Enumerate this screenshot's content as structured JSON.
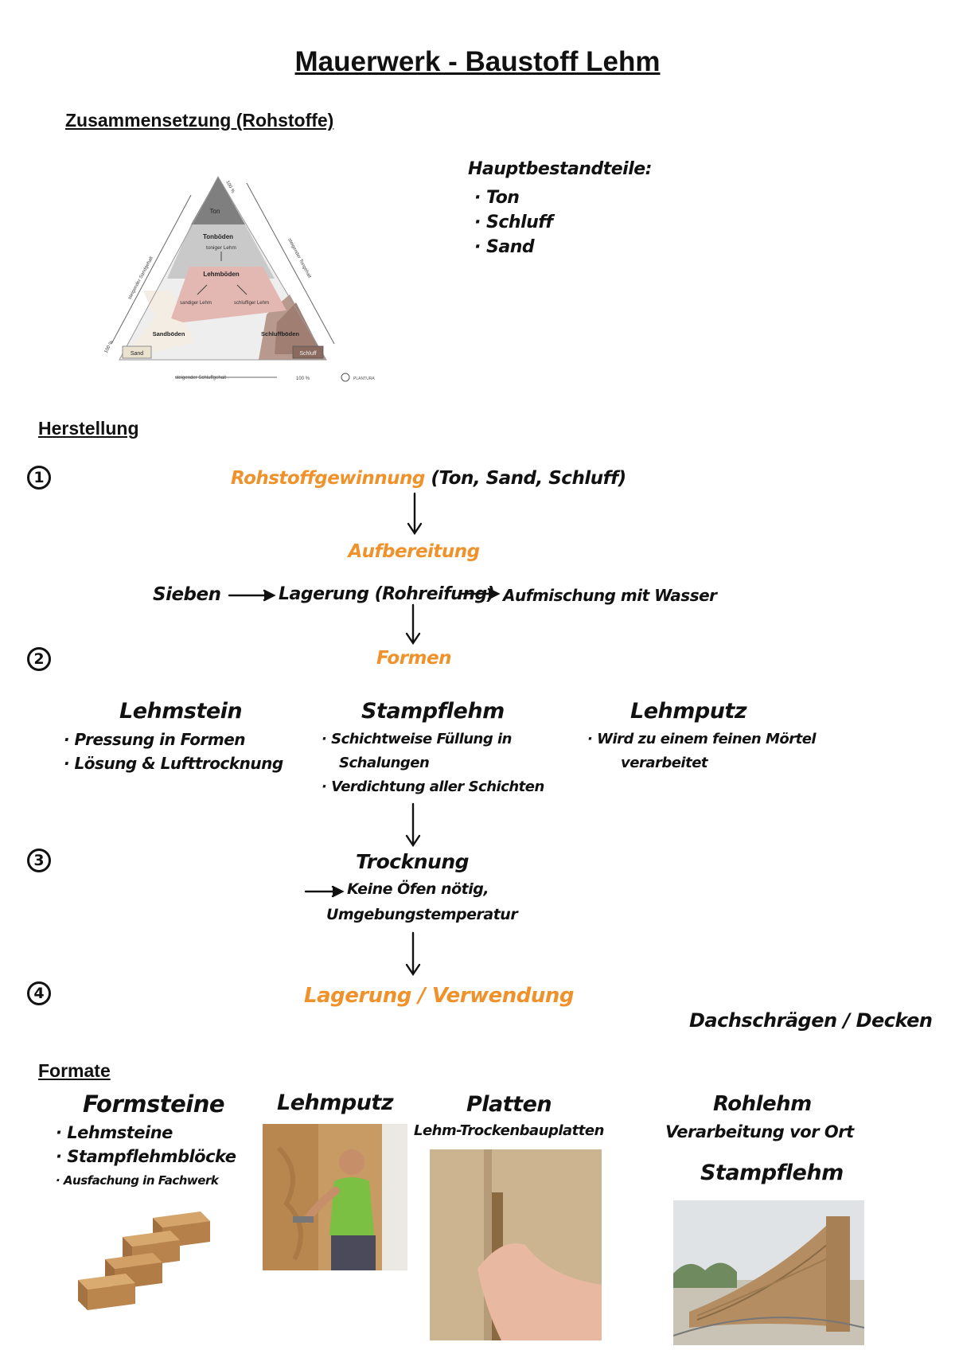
{
  "title": "Mauerwerk - Baustoff Lehm",
  "zusammensetzung": {
    "heading": "Zusammensetzung (Rohstoffe)",
    "triangle": {
      "ton": "Ton",
      "tonboeden": "Tonböden",
      "toniger_lehm": "toniger Lehm",
      "lehmboeden": "Lehmböden",
      "sandiger_lehm": "sandiger Lehm",
      "schluffiger_lehm": "schluffiger Lehm",
      "sandboeden": "Sandböden",
      "schluffboeden": "Schluffböden",
      "sand": "Sand",
      "schluff": "Schluff",
      "axis_left": "steigender Sandgehalt",
      "axis_right": "steigender Tongehalt",
      "axis_bottom": "steigender Schluffgehalt",
      "pct_top": "100 %",
      "pct_left": "100 %",
      "pct_bottom": "100 %",
      "brand": "PLANTURA"
    },
    "hauptbestandteile_title": "Hauptbestandteile:",
    "hauptbestandteile": [
      "· Ton",
      "· Schluff",
      "· Sand"
    ]
  },
  "herstellung": {
    "heading": "Herstellung",
    "steps": [
      "1",
      "2",
      "3",
      "4"
    ],
    "rohstoff": "Rohstoffgewinnung",
    "rohstoff_detail": "(Ton, Sand, Schluff)",
    "aufbereitung": "Aufbereitung",
    "sieben": "Sieben",
    "lagerung_rohreifung": "Lagerung (Rohreifung)",
    "aufmischung": "Aufmischung mit Wasser",
    "formen": "Formen",
    "lehmstein": {
      "title": "Lehmstein",
      "items": [
        "· Pressung in Formen",
        "· Lösung & Lufttrocknung"
      ]
    },
    "stampflehm": {
      "title": "Stampflehm",
      "items": [
        "· Schichtweise Füllung in",
        "Schalungen",
        "· Verdichtung aller Schichten"
      ]
    },
    "lehmputz": {
      "title": "Lehmputz",
      "items": [
        "· Wird zu einem feinen Mörtel",
        "verarbeitet"
      ]
    },
    "trocknung": "Trocknung",
    "trocknung_detail": [
      "Keine Öfen nötig,",
      "Umgebungstemperatur"
    ],
    "lagerung_verwendung": "Lagerung / Verwendung",
    "dachschraegen": "Dachschrägen / Decken"
  },
  "formate": {
    "heading": "Formate",
    "formsteine": {
      "title": "Formsteine",
      "items": [
        "· Lehmsteine",
        "· Stampflehmblöcke",
        "· Ausfachung in Fachwerk"
      ]
    },
    "lehmputz": {
      "title": "Lehmputz"
    },
    "platten": {
      "title": "Platten",
      "subtitle": "Lehm-Trockenbauplatten"
    },
    "rohlehm": {
      "title": "Rohlehm",
      "subtitle": "Verarbeitung vor Ort",
      "subtitle2": "Stampflehm"
    }
  },
  "colors": {
    "accent": "#f0922b",
    "text": "#111111"
  }
}
